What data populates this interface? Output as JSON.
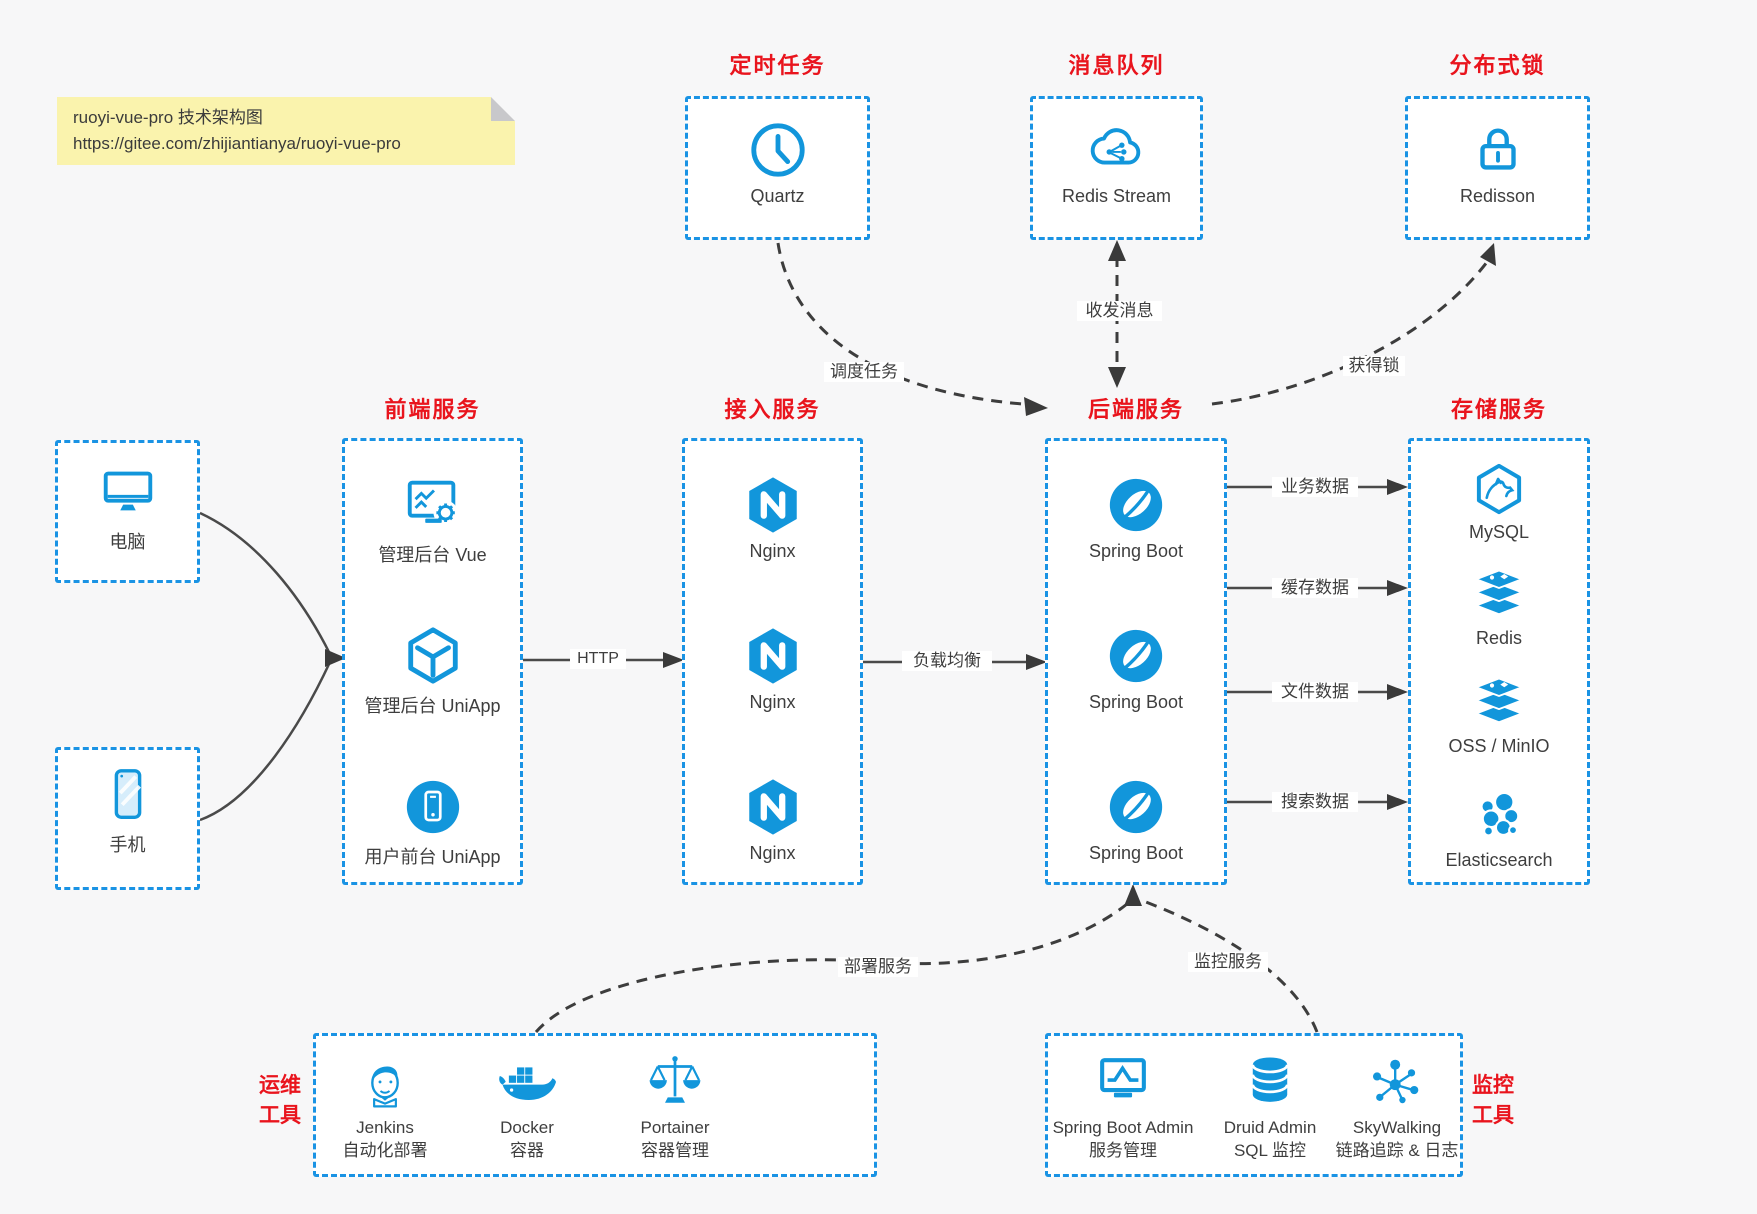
{
  "colors": {
    "accent_blue": "#1296db",
    "border_blue": "#1a93e4",
    "title_red": "#e9141d",
    "arrow_dark": "#3d3d3d",
    "note_bg": "#faf3ad",
    "page_bg": "#f7f7f8"
  },
  "note": {
    "line1": "ruoyi-vue-pro 技术架构图",
    "line2": "https://gitee.com/zhijiantianya/ruoyi-vue-pro"
  },
  "top_groups": [
    {
      "title": "定时任务",
      "item": {
        "icon": "clock-icon",
        "label": "Quartz"
      }
    },
    {
      "title": "消息队列",
      "item": {
        "icon": "cloud-stream-icon",
        "label": "Redis Stream"
      }
    },
    {
      "title": "分布式锁",
      "item": {
        "icon": "lock-icon",
        "label": "Redisson"
      }
    }
  ],
  "clients": [
    {
      "icon": "desktop-icon",
      "label": "电脑"
    },
    {
      "icon": "smartphone-icon",
      "label": "手机"
    }
  ],
  "columns": [
    {
      "title": "前端服务",
      "items": [
        {
          "icon": "admin-vue-icon",
          "label": "管理后台 Vue"
        },
        {
          "icon": "cube-icon",
          "label": "管理后台 UniApp"
        },
        {
          "icon": "mobile-app-icon",
          "label": "用户前台 UniApp"
        }
      ]
    },
    {
      "title": "接入服务",
      "items": [
        {
          "icon": "nginx-icon",
          "label": "Nginx"
        },
        {
          "icon": "nginx-icon",
          "label": "Nginx"
        },
        {
          "icon": "nginx-icon",
          "label": "Nginx"
        }
      ]
    },
    {
      "title": "后端服务",
      "items": [
        {
          "icon": "spring-boot-icon",
          "label": "Spring Boot"
        },
        {
          "icon": "spring-boot-icon",
          "label": "Spring Boot"
        },
        {
          "icon": "spring-boot-icon",
          "label": "Spring Boot"
        }
      ]
    },
    {
      "title": "存储服务",
      "items": [
        {
          "icon": "mysql-icon",
          "label": "MySQL"
        },
        {
          "icon": "redis-icon",
          "label": "Redis"
        },
        {
          "icon": "redis-icon",
          "label": "OSS / MinIO"
        },
        {
          "icon": "elasticsearch-icon",
          "label": "Elasticsearch"
        }
      ]
    }
  ],
  "bottom_groups": [
    {
      "side_label_line1": "运维",
      "side_label_line2": "工具",
      "items": [
        {
          "icon": "jenkins-icon",
          "label": "Jenkins",
          "sublabel": "自动化部署"
        },
        {
          "icon": "docker-icon",
          "label": "Docker",
          "sublabel": "容器"
        },
        {
          "icon": "portainer-icon",
          "label": "Portainer",
          "sublabel": "容器管理"
        }
      ]
    },
    {
      "side_label_line1": "监控",
      "side_label_line2": "工具",
      "items": [
        {
          "icon": "spring-boot-admin-icon",
          "label": "Spring Boot Admin",
          "sublabel": "服务管理"
        },
        {
          "icon": "druid-icon",
          "label": "Druid Admin",
          "sublabel": "SQL 监控"
        },
        {
          "icon": "skywalking-icon",
          "label": "SkyWalking",
          "sublabel": "链路追踪 & 日志"
        }
      ]
    }
  ],
  "edge_labels": {
    "http": "HTTP",
    "load_balance": "负载均衡",
    "business_data": "业务数据",
    "cache_data": "缓存数据",
    "file_data": "文件数据",
    "search_data": "搜索数据",
    "schedule": "调度任务",
    "message": "收发消息",
    "lock": "获得锁",
    "deploy": "部署服务",
    "monitor": "监控服务"
  }
}
